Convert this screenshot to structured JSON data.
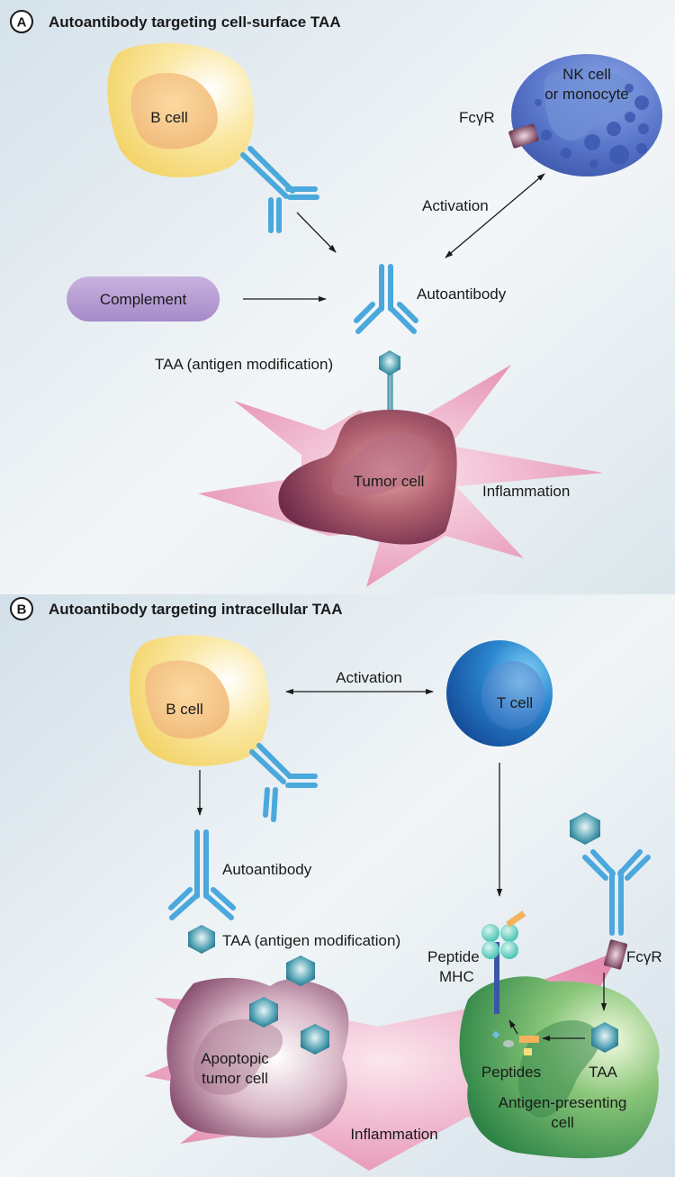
{
  "panel_a": {
    "badge": "A",
    "title": "Autoantibody targeting cell-surface TAA",
    "b_cell": "B cell",
    "nk_cell_line1": "NK cell",
    "nk_cell_line2": "or monocyte",
    "fcgr": "FcγR",
    "activation": "Activation",
    "complement": "Complement",
    "autoantibody": "Autoantibody",
    "taa": "TAA (antigen modification)",
    "tumor_cell": "Tumor cell",
    "inflammation": "Inflammation"
  },
  "panel_b": {
    "badge": "B",
    "title": "Autoantibody targeting intracellular TAA",
    "b_cell": "B cell",
    "t_cell": "T cell",
    "activation": "Activation",
    "autoantibody": "Autoantibody",
    "taa": "TAA (antigen modification)",
    "peptide_mhc_line1": "Peptide",
    "peptide_mhc_line2": "MHC",
    "fcgr": "FcγR",
    "apoptotic_line1": "Apoptopic",
    "apoptotic_line2": "tumor cell",
    "peptides": "Peptides",
    "taa_short": "TAA",
    "apc_line1": "Antigen-presenting",
    "apc_line2": "cell",
    "inflammation": "Inflammation"
  },
  "colors": {
    "antibody": "#4aa8dc",
    "taa": "#1f7f94",
    "b_cell": "#f7dc7a",
    "t_cell": "#1f6fbf",
    "nk_cell": "#4f6fc2",
    "tumor": "#8b3f5e",
    "inflammation": "#e79bb9",
    "complement": "#b49ad0",
    "apc": "#3f9a55",
    "fcgr": "#6e3a55"
  }
}
